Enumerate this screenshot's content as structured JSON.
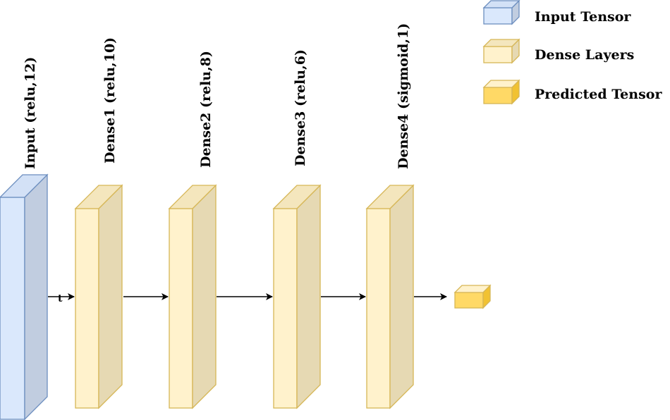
{
  "colors": {
    "input": {
      "front": "#dae8fc",
      "side": "#c1cde0",
      "top": "#d3e1f6",
      "stroke": "#6c8ebf"
    },
    "dense": {
      "front": "#fff2cc",
      "side": "#e6d9b3",
      "top": "#f4e6bd",
      "stroke": "#d6b656"
    },
    "predicted": {
      "front": "#ffd966",
      "side": "#f1c232",
      "top": "#fff2cc",
      "stroke": "#d6b656"
    },
    "arrow": "#000000"
  },
  "layers": [
    {
      "id": "input",
      "label": "Input (relu,12)",
      "style": "input"
    },
    {
      "id": "dense1",
      "label": "Dense1 (relu,10)",
      "style": "dense"
    },
    {
      "id": "dense2",
      "label": "Dense2 (relu,8)",
      "style": "dense"
    },
    {
      "id": "dense3",
      "label": "Dense3 (relu,6)",
      "style": "dense"
    },
    {
      "id": "dense4",
      "label": "Dense4 (sigmoid,1)",
      "style": "dense"
    }
  ],
  "output": {
    "id": "predicted-tensor",
    "style": "predicted"
  },
  "edge_label": "t",
  "legend": [
    {
      "label": "Input Tensor",
      "style": "input"
    },
    {
      "label": "Dense Layers",
      "style": "dense"
    },
    {
      "label": "Predicted Tensor",
      "style": "predicted"
    }
  ]
}
